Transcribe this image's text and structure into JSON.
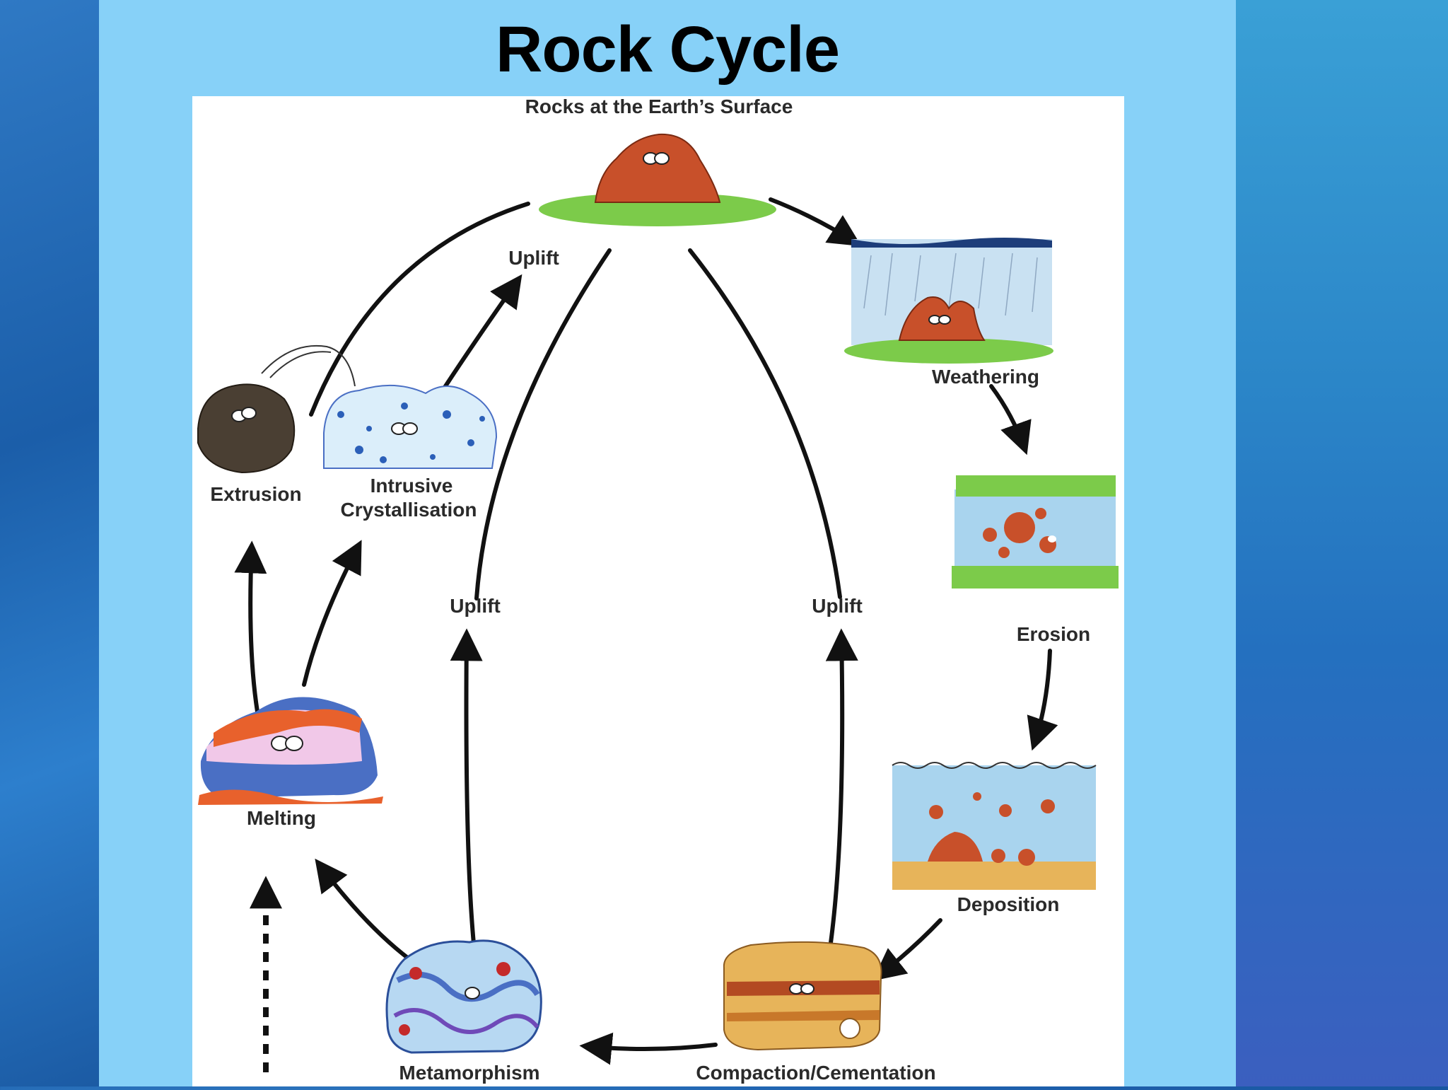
{
  "slide_title": "Rock Cycle",
  "labels": {
    "surface": "Rocks at the Earth’s Surface",
    "weathering": "Weathering",
    "erosion": "Erosion",
    "deposition": "Deposition",
    "compaction": "Compaction/Cementation",
    "metamorphism": "Metamorphism",
    "melting": "Melting",
    "extrusion": "Extrusion",
    "intrusive_line1": "Intrusive",
    "intrusive_line2": "Crystallisation",
    "uplift_top": "Uplift",
    "uplift_left": "Uplift",
    "uplift_right": "Uplift"
  },
  "colors": {
    "slide_bg": "#87d1f8",
    "rock_red": "#c8502a",
    "grass": "#7ccb4a",
    "water": "#a9d4ee",
    "sand": "#e7b45a",
    "metamorphic_blue": "#4a6fc4",
    "magma_orange": "#e8612c",
    "igneous_dark": "#4a3f33"
  }
}
